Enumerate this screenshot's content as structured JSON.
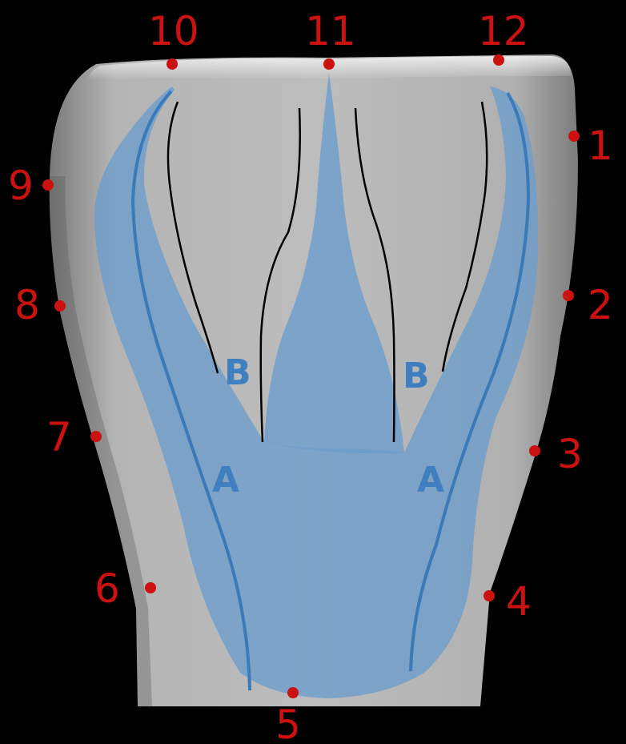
{
  "colors": {
    "background": "#000000",
    "marker": "#cc1111",
    "zone_fill": "#6b9ccc",
    "zone_line": "#3a7ab8",
    "zone_label": "#3f7fbf",
    "ridge_line": "#000000"
  },
  "points": [
    {
      "id": "1",
      "label": "1"
    },
    {
      "id": "2",
      "label": "2"
    },
    {
      "id": "3",
      "label": "3"
    },
    {
      "id": "4",
      "label": "4"
    },
    {
      "id": "5",
      "label": "5"
    },
    {
      "id": "6",
      "label": "6"
    },
    {
      "id": "7",
      "label": "7"
    },
    {
      "id": "8",
      "label": "8"
    },
    {
      "id": "9",
      "label": "9"
    },
    {
      "id": "10",
      "label": "10"
    },
    {
      "id": "11",
      "label": "11"
    },
    {
      "id": "12",
      "label": "12"
    }
  ],
  "zones": {
    "a_left": "A",
    "a_right": "A",
    "b_left": "B",
    "b_right": "B"
  }
}
